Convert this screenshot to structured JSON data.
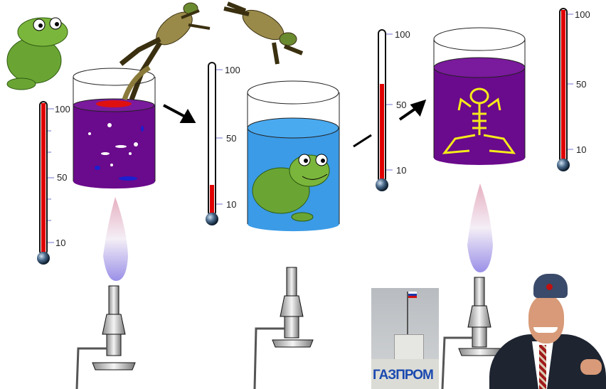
{
  "thermometers": [
    {
      "labels": [
        "100",
        "50",
        "10"
      ],
      "level_celsius": 100
    },
    {
      "labels": [
        "100",
        "50",
        "10"
      ],
      "level_celsius": 20
    },
    {
      "labels": [
        "100",
        "50",
        "10"
      ],
      "level_celsius": 65
    },
    {
      "labels": [
        "100",
        "50",
        "10"
      ],
      "level_celsius": 100
    }
  ],
  "photos": {
    "company_sign": "ГАЗПРОМ"
  },
  "colors": {
    "purple_liquid": "#6a0a8c",
    "water": "#3b9be6",
    "mercury": "#e00000",
    "frog_green": "#6aa534",
    "skeleton": "#f5ea1a"
  }
}
